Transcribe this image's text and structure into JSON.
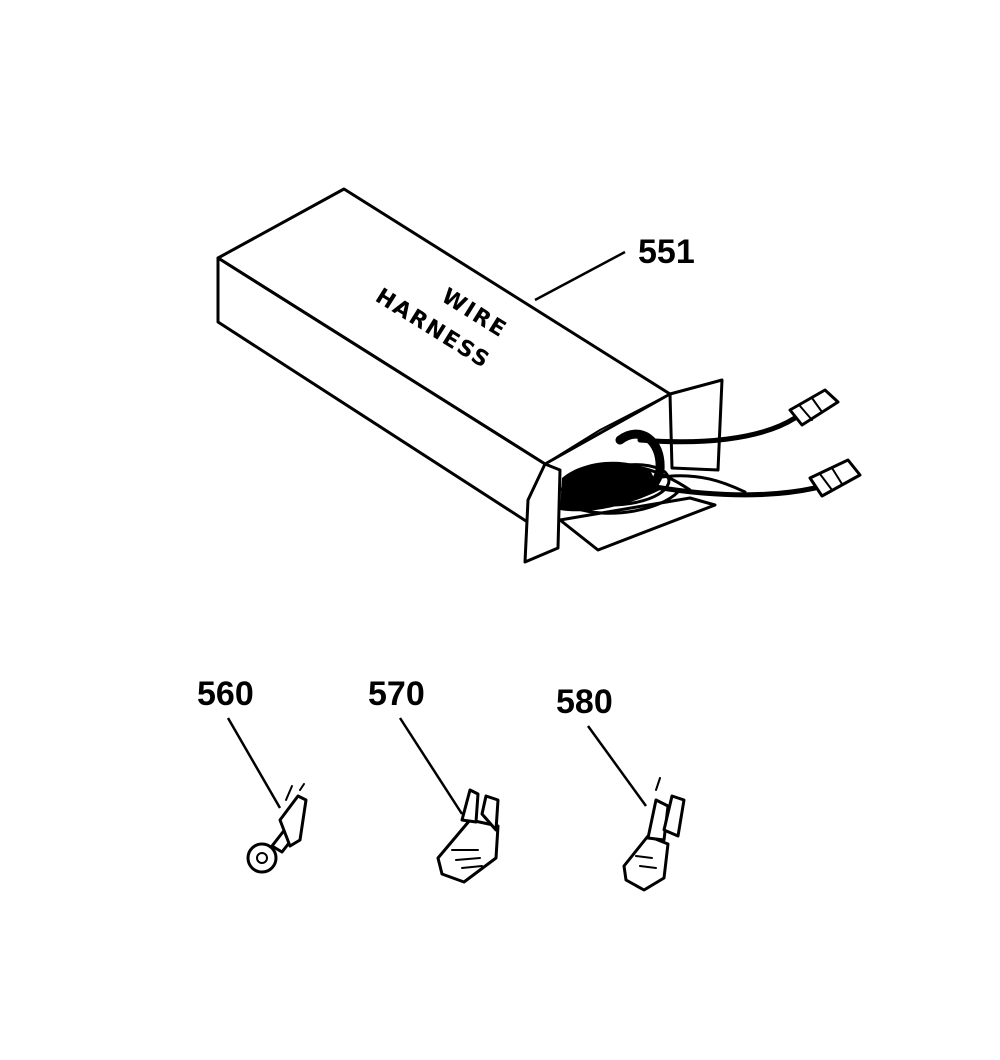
{
  "box": {
    "label_line1": "WIRE",
    "label_line2": "HARNESS"
  },
  "callouts": {
    "wire_harness": "551",
    "ring_terminal": "560",
    "terminal_570": "570",
    "terminal_580": "580"
  }
}
